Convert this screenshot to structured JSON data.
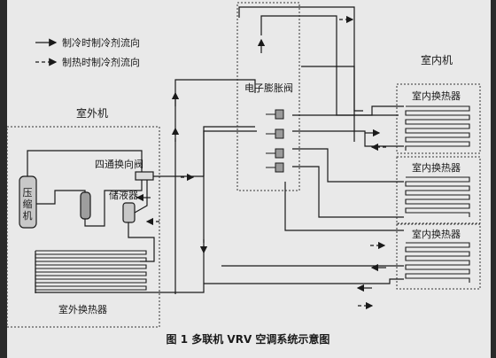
{
  "legend": {
    "cooling": "制冷时制冷剂流向",
    "heating": "制热时制冷剂流向"
  },
  "labels": {
    "outdoor_unit": "室外机",
    "indoor_unit": "室内机",
    "eev": "电子膨胀阀",
    "four_way_valve": "四通换向阀",
    "compressor": "压缩机",
    "receiver": "储液器",
    "outdoor_hx": "室外换热器",
    "indoor_hx_1": "室内换热器",
    "indoor_hx_2": "室内换热器",
    "indoor_hx_3": "室内换热器"
  },
  "caption": "图 1   多联机 VRV 空调系统示意图",
  "colors": {
    "paper": "#e9e9e9",
    "ink": "#1a1a1a",
    "frame": "#2a2a2a"
  }
}
